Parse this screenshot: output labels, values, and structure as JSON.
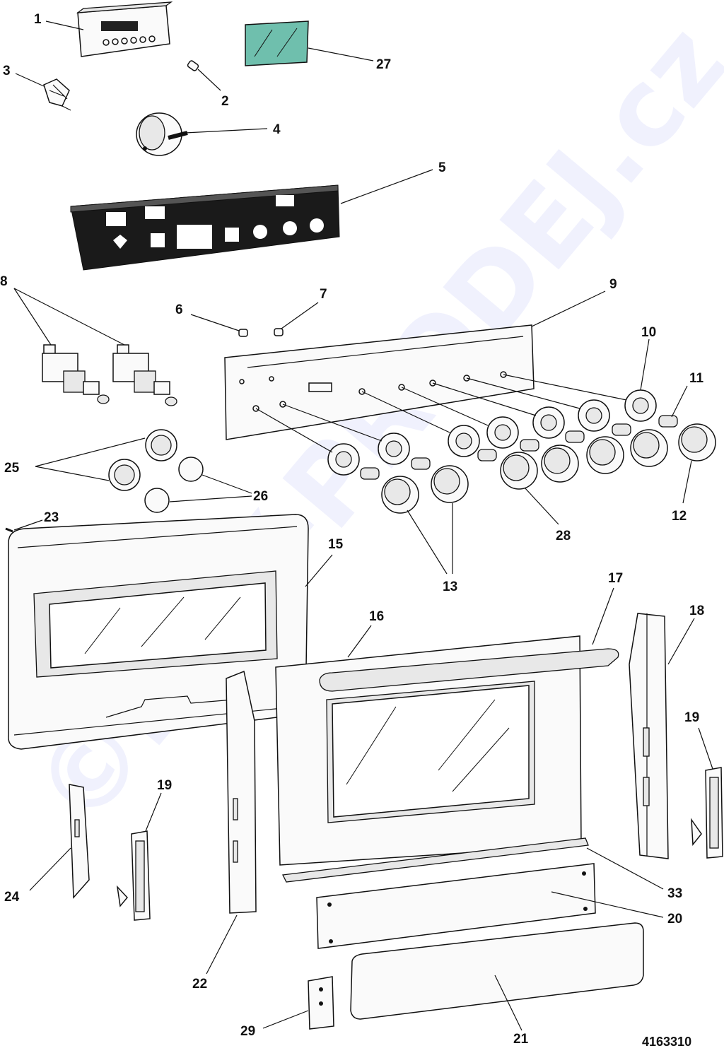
{
  "watermark": "©DILY-PRODEJ.cz",
  "document_number": "4163310",
  "parts": [
    {
      "id": "1",
      "label": "1"
    },
    {
      "id": "2",
      "label": "2"
    },
    {
      "id": "3",
      "label": "3"
    },
    {
      "id": "4",
      "label": "4"
    },
    {
      "id": "5",
      "label": "5"
    },
    {
      "id": "6",
      "label": "6"
    },
    {
      "id": "7",
      "label": "7"
    },
    {
      "id": "8",
      "label": "8"
    },
    {
      "id": "9",
      "label": "9"
    },
    {
      "id": "10",
      "label": "10"
    },
    {
      "id": "11",
      "label": "11"
    },
    {
      "id": "12",
      "label": "12"
    },
    {
      "id": "13",
      "label": "13"
    },
    {
      "id": "15",
      "label": "15"
    },
    {
      "id": "16",
      "label": "16"
    },
    {
      "id": "17",
      "label": "17"
    },
    {
      "id": "18",
      "label": "18"
    },
    {
      "id": "19a",
      "label": "19"
    },
    {
      "id": "19b",
      "label": "19"
    },
    {
      "id": "20",
      "label": "20"
    },
    {
      "id": "21",
      "label": "21"
    },
    {
      "id": "22",
      "label": "22"
    },
    {
      "id": "23",
      "label": "23"
    },
    {
      "id": "24",
      "label": "24"
    },
    {
      "id": "25",
      "label": "25"
    },
    {
      "id": "26",
      "label": "26"
    },
    {
      "id": "27",
      "label": "27"
    },
    {
      "id": "28",
      "label": "28"
    },
    {
      "id": "29",
      "label": "29"
    },
    {
      "id": "33",
      "label": "33"
    }
  ]
}
